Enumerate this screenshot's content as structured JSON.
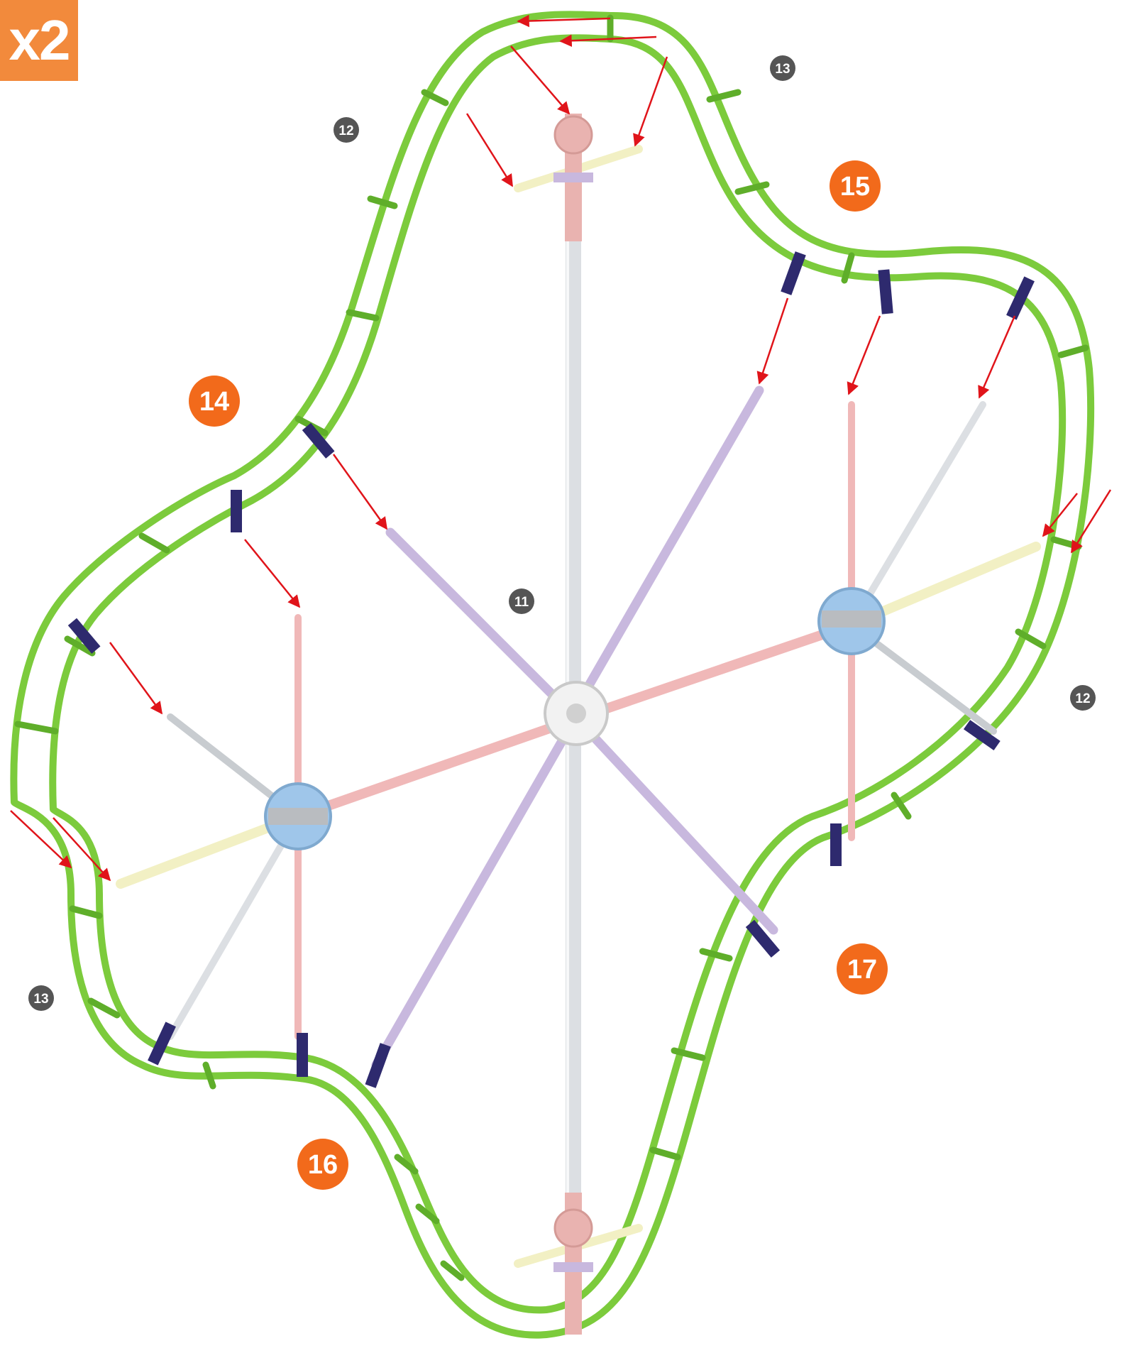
{
  "quantity_badge": {
    "text": "x2",
    "color": "#f28a3c"
  },
  "step_markers": {
    "orange": {
      "fill": "#f26a1b",
      "items": [
        "14",
        "15",
        "16",
        "17"
      ]
    },
    "gray": {
      "fill": "#555555",
      "items": [
        "11",
        "12",
        "12",
        "13",
        "13"
      ]
    }
  },
  "colors": {
    "track": "#7ccb3c",
    "track_dark": "#5fae2a",
    "connector": "#2e2a6e",
    "arrow": "#e0141a",
    "rod_white": "#dcdfe3",
    "rod_pink": "#f0b8b8",
    "rod_lavender": "#c8b8de",
    "rod_yellow": "#f2f0c4",
    "hub_blue": "#9fc6ea",
    "hub_white": "#f2f2f2",
    "gear_pink": "#e9b3b0",
    "connector_gray": "#c9d3b8"
  }
}
